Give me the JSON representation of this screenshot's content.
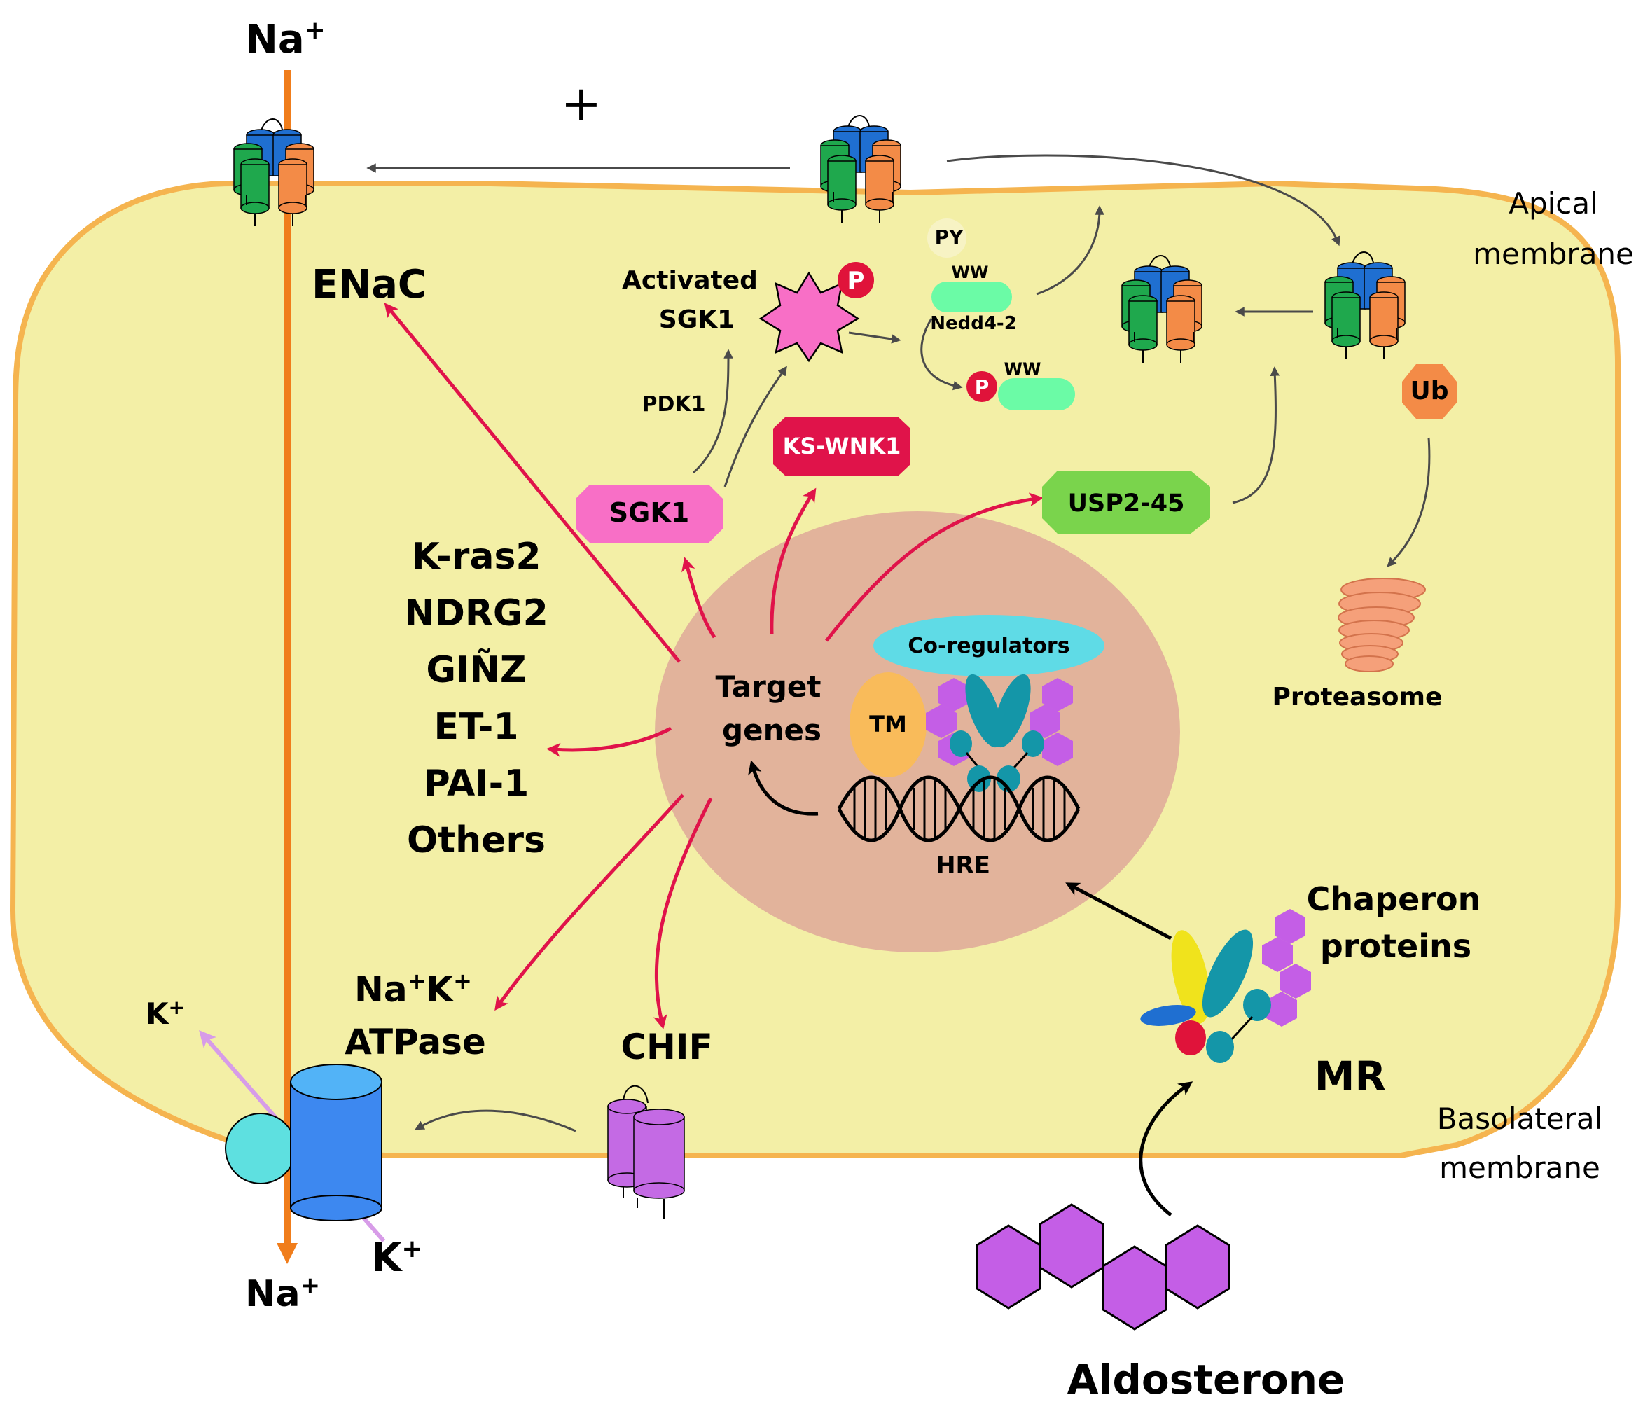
{
  "labels": {
    "na_top": "Na",
    "na_bottom": "Na",
    "plus": "+",
    "enac": "ENaC",
    "apical_line1": "Apical",
    "apical_line2": "membrane",
    "basolateral_line1": "Basolateral",
    "basolateral_line2": "membrane",
    "activated_sgk1_line1": "Activated",
    "activated_sgk1_line2": "SGK1",
    "phospho": "P",
    "py": "PY",
    "ww": "WW",
    "nedd4_2": "Nedd4-2",
    "pdk1": "PDK1",
    "ks_wnk1": "KS-WNK1",
    "sgk1": "SGK1",
    "usp2_45": "USP2-45",
    "ub": "Ub",
    "proteasome": "Proteasome",
    "target_genes_line1": "Target",
    "target_genes_line2": "genes",
    "co_regulators": "Co-regulators",
    "tm": "TM",
    "hre": "HRE",
    "gene_list": [
      "K-ras2",
      "NDRG2",
      "GIÑZ",
      "ET-1",
      "PAI-1",
      "Others"
    ],
    "nak_line1": "Na",
    "nak_line1b": "K",
    "atpase": "ATPase",
    "chif": "CHIF",
    "k_left": "K",
    "k_bottom": "K",
    "chaperon_line1": "Chaperon",
    "chaperon_line2": "proteins",
    "mr": "MR",
    "aldosterone": "Aldosterone",
    "plus_superscript": "+"
  },
  "colors": {
    "cell_fill": "#f3efa6",
    "cell_border": "#f5b44f",
    "nucleus": "#e2b39b",
    "na_arrow": "#f07d1b",
    "k_arrow": "#d79ce8",
    "red_arrow": "#e0134a",
    "grey_arrow": "#4a4a4a",
    "enac_green": "#1fa84d",
    "enac_blue": "#1f6fd1",
    "enac_orange": "#f38b47",
    "sgk1": "#f86fc6",
    "ks_wnk1": "#e0134a",
    "usp2_45": "#7ad44c",
    "co_regulators": "#5fdbe6",
    "tm": "#f9bb5a",
    "chaperone": "#c45ee6",
    "mr_teal": "#1496a8",
    "ww": "#6bfba6",
    "atpase_blue": "#3d88f0",
    "atpase_cyan": "#5ee0e0",
    "chif": "#c46ae4",
    "aldosterone": "#c45ee6"
  }
}
